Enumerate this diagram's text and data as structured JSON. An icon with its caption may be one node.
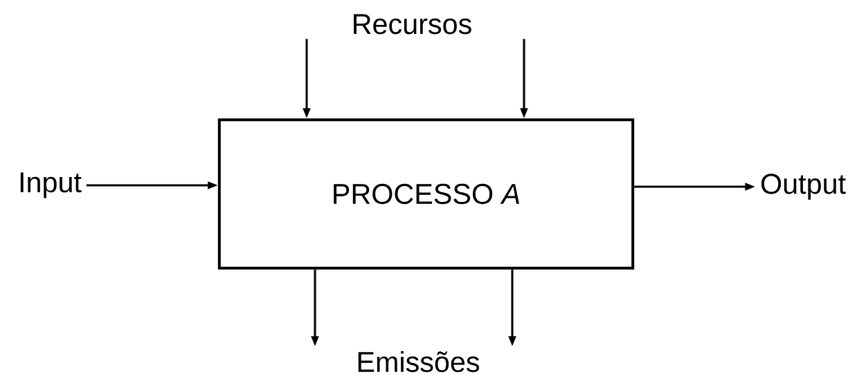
{
  "diagram": {
    "nodes": [
      {
        "text": [
          "Recursos"
        ]
      },
      {
        "text": [
          "PROCESSO *A*"
        ]
      },
      {
        "text": [
          "Input"
        ]
      },
      {
        "text": [
          "Output"
        ]
      },
      {
        "text": [
          "Emissões"
        ]
      }
    ],
    "edges": [
      {
        "from": 0,
        "to": 1,
        "arrow": "to"
      },
      {
        "from": 0,
        "to": 1,
        "arrow": "to"
      },
      {
        "from": 2,
        "to": 1,
        "arrow": "to"
      },
      {
        "from": 1,
        "to": 3,
        "arrow": "to"
      },
      {
        "from": 1,
        "to": 4,
        "arrow": "to"
      },
      {
        "from": 1,
        "to": 4,
        "arrow": "to"
      }
    ]
  }
}
